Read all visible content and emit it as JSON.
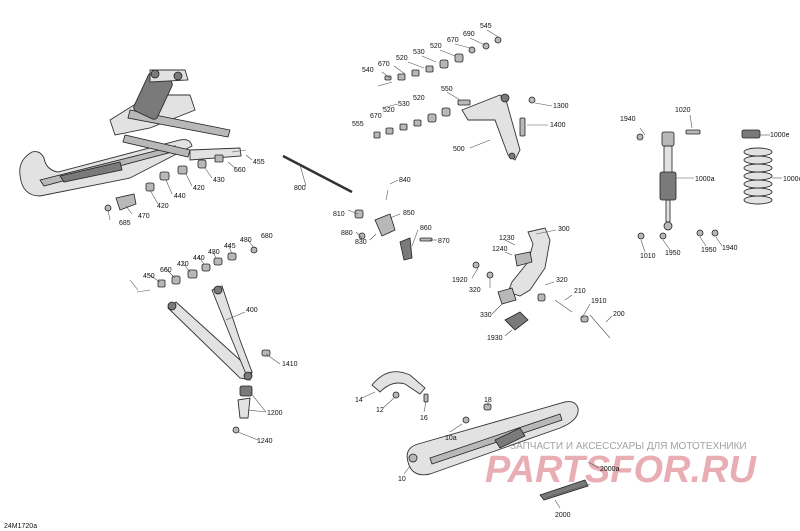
{
  "diagram_code": "24M1720a",
  "watermark": {
    "tagline": "ЗАПЧАСТИ И АКСЕССУАРЫ ДЛЯ МОТОТЕХНИКИ",
    "brand": "PARTSFOR.RU",
    "color": "#c2182b"
  },
  "labels": [
    "545",
    "690",
    "670",
    "520",
    "530",
    "520",
    "540",
    "670",
    "550",
    "1300",
    "520",
    "530",
    "520",
    "670",
    "555",
    "1400",
    "500",
    "1940",
    "1020",
    "1000e",
    "1000a",
    "1000c",
    "455",
    "660",
    "430",
    "420",
    "440",
    "420",
    "470",
    "685",
    "800",
    "840",
    "810",
    "850",
    "880",
    "830",
    "860",
    "870",
    "1230",
    "300",
    "1240",
    "1920",
    "320",
    "210",
    "320",
    "1910",
    "200",
    "330",
    "1930",
    "1010",
    "1950",
    "1950",
    "1940",
    "680",
    "480",
    "445",
    "430",
    "440",
    "420",
    "660",
    "450",
    "400",
    "1410",
    "1200",
    "1240",
    "14",
    "12",
    "16",
    "18",
    "10a",
    "10",
    "2000a",
    "2000"
  ]
}
